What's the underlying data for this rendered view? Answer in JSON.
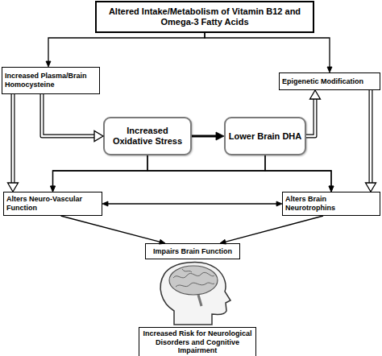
{
  "diagram": {
    "nodes": [
      {
        "text": [
          "Altered Intake/Metabolism of Vitamin B12 and Omega-3 Fatty Acids"
        ]
      },
      {
        "text": [
          "Increased Plasma/Brain Homocysteine"
        ]
      },
      {
        "text": [
          "Epigenetic Modification"
        ]
      },
      {
        "text": [
          "Increased Oxidative Stress"
        ]
      },
      {
        "text": [
          "Lower Brain DHA"
        ]
      },
      {
        "text": [
          "Alters Neuro-Vascular Function"
        ]
      },
      {
        "text": [
          "Alters Brain Neurotrophins"
        ]
      },
      {
        "text": [
          "Impairs Brain Function"
        ]
      },
      {
        "text": [
          "Increased Risk for Neurological Disorders and Cognitive Impairment"
        ]
      }
    ],
    "edges": [
      {
        "from": 0,
        "to": 1,
        "arrow": "to"
      },
      {
        "from": 0,
        "to": 2,
        "arrow": "to"
      },
      {
        "from": 1,
        "to": 3,
        "arrow": "to"
      },
      {
        "from": 1,
        "to": 5,
        "arrow": "to"
      },
      {
        "from": 3,
        "to": 4,
        "arrow": "to"
      },
      {
        "from": 4,
        "to": 2,
        "arrow": "to"
      },
      {
        "from": 2,
        "to": 6,
        "arrow": "to"
      },
      {
        "from": 3,
        "to": 5,
        "arrow": "to"
      },
      {
        "from": 3,
        "to": 6,
        "arrow": "to"
      },
      {
        "from": 4,
        "to": 5,
        "arrow": "to"
      },
      {
        "from": 4,
        "to": 6,
        "arrow": "to"
      },
      {
        "from": 5,
        "to": 6,
        "arrow": "both"
      },
      {
        "from": 5,
        "to": 7,
        "arrow": "to"
      },
      {
        "from": 6,
        "to": 7,
        "arrow": "to"
      }
    ]
  }
}
